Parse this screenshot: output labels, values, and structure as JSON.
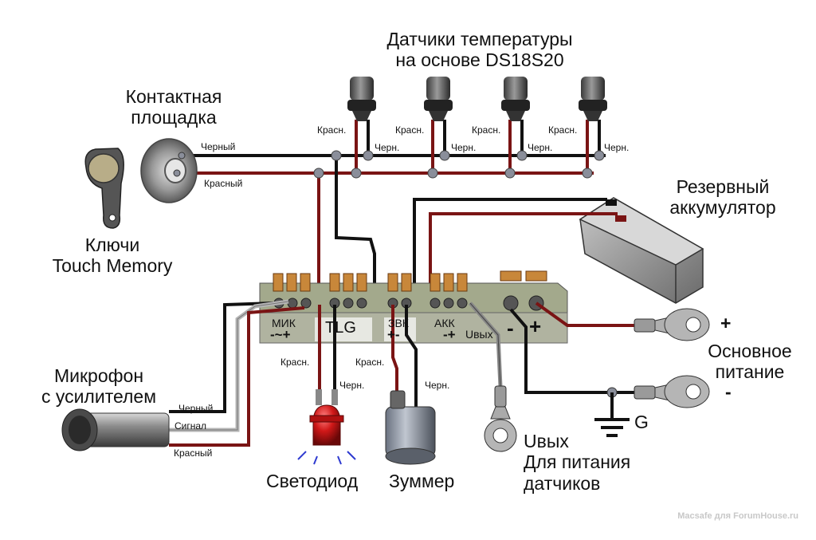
{
  "labels": {
    "temp_sensors_line1": "Датчики температуры",
    "temp_sensors_line2": "на основе DS18S20",
    "contact_pad_line1": "Контактная",
    "contact_pad_line2": "площадка",
    "keys_line1": "Ключи",
    "keys_line2": "Touch Memory",
    "backup_battery_line1": "Резервный",
    "backup_battery_line2": "аккумулятор",
    "mic_line1": "Микрофон",
    "mic_line2": "с усилителем",
    "main_power_line1": "Основное",
    "main_power_line2": "питание",
    "led": "Светодиод",
    "buzzer": "Зуммер",
    "uout_line1": "Uвых",
    "uout_line2": "Для питания",
    "uout_line3": "датчиков",
    "plus": "+",
    "minus": "-",
    "ground": "G"
  },
  "wire_labels": {
    "black_pad": "Черный",
    "red_pad": "Красный",
    "red": "Красн.",
    "black": "Черн.",
    "mic_black": "Черный",
    "mic_signal": "Сигнал",
    "mic_red": "Красный"
  },
  "terminal_labels": {
    "mik": "МИК",
    "mik_pins": "-~+",
    "tlg": "TLG",
    "zvk": "ЗВК",
    "zvk_pins": "+-",
    "akk": "АКК",
    "akk_pins": "-+",
    "uout": "Uвых",
    "main_minus": "-",
    "main_plus": "+"
  },
  "watermark": "Macsafe для ForumHouse.ru",
  "colors": {
    "red_wire": "#7a1414",
    "black_wire": "#111111",
    "grey_wire": "#9a9a9a",
    "board": "#9ea487",
    "led": "#c81414"
  }
}
